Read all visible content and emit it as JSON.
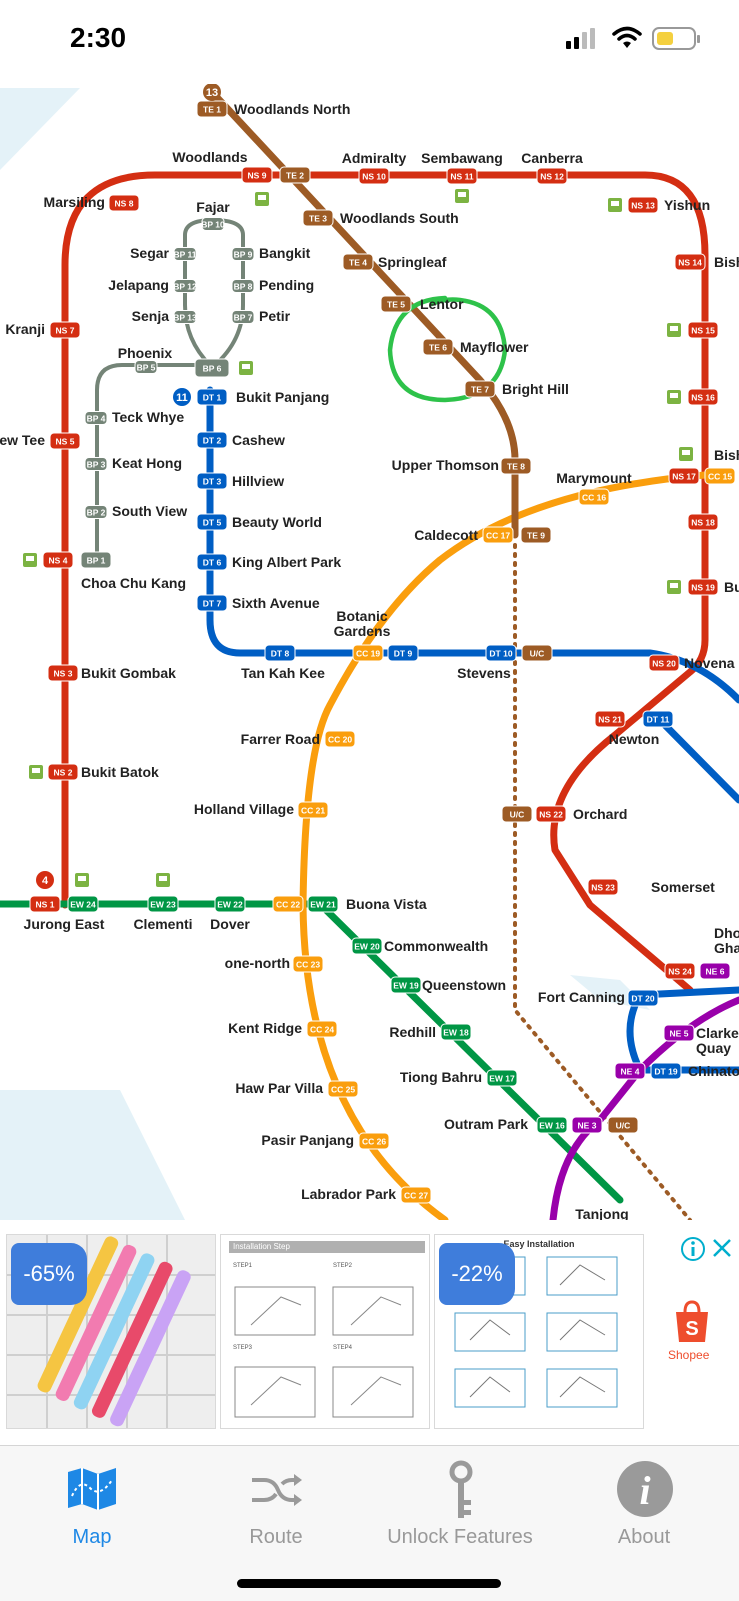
{
  "status_bar": {
    "time": "2:30"
  },
  "map": {
    "stations": {
      "woodlands_north": "Woodlands North",
      "woodlands": "Woodlands",
      "admiralty": "Admiralty",
      "sembawang": "Sembawang",
      "canberra": "Canberra",
      "marsiling": "Marsiling",
      "yishun": "Yishun",
      "woodlands_south": "Woodlands South",
      "springleaf": "Springleaf",
      "lentor": "Lentor",
      "mayflower": "Mayflower",
      "bright_hill": "Bright Hill",
      "kranji": "Kranji",
      "yew_tee": "Yew Tee",
      "upper_thomson": "Upper Thomson",
      "marymount": "Marymount",
      "bishan": "Bishan",
      "caldecott": "Caldecott",
      "choa_chu_kang": "Choa Chu Kang",
      "bukit_panjang": "Bukit Panjang",
      "cashew": "Cashew",
      "hillview": "Hillview",
      "beauty_world": "Beauty World",
      "king_albert_park": "King Albert Park",
      "sixth_avenue": "Sixth Avenue",
      "botanic_gardens": "Botanic Gardens",
      "tan_kah_kee": "Tan Kah Kee",
      "stevens": "Stevens",
      "novena": "Novena",
      "bukit_gombak": "Bukit Gombak",
      "newton": "Newton",
      "farrer_road": "Farrer Road",
      "bukit_batok": "Bukit Batok",
      "holland_village": "Holland Village",
      "orchard": "Orchard",
      "somerset": "Somerset",
      "jurong_east": "Jurong East",
      "clementi": "Clementi",
      "dover": "Dover",
      "buona_vista": "Buona Vista",
      "commonwealth": "Commonwealth",
      "one_north": "one-north",
      "queenstown": "Queenstown",
      "dhoby_ghaut": "Dhoby Ghaut",
      "fort_canning": "Fort Canning",
      "kent_ridge": "Kent Ridge",
      "redhill": "Redhill",
      "clarke_quay": "Clarke Quay",
      "tiong_bahru": "Tiong Bahru",
      "chinatown": "Chinatown",
      "haw_par_villa": "Haw Par Villa",
      "outram_park": "Outram Park",
      "pasir_panjang": "Pasir Panjang",
      "labrador_park": "Labrador Park",
      "tanjong": "Tanjong",
      "fajar": "Fajar",
      "segar": "Segar",
      "bangkit": "Bangkit",
      "jelapang": "Jelapang",
      "pending": "Pending",
      "senja": "Senja",
      "petir": "Petir",
      "phoenix": "Phoenix",
      "teck_whye": "Teck Whye",
      "keat_hong": "Keat Hong",
      "south_view": "South View"
    },
    "codes": {
      "te1": "TE 1",
      "ns9": "NS 9",
      "te2": "TE 2",
      "ns10": "NS 10",
      "ns11": "NS 11",
      "ns12": "NS 12",
      "ns8": "NS 8",
      "ns13": "NS 13",
      "te3": "TE 3",
      "te4": "TE 4",
      "te5": "TE 5",
      "te6": "TE 6",
      "te7": "TE 7",
      "ns7": "NS 7",
      "ns5": "NS 5",
      "ns14": "NS 14",
      "ns15": "NS 15",
      "ns16": "NS 16",
      "ns17": "NS 17",
      "cc15": "CC 15",
      "te8": "TE 8",
      "cc16": "CC 16",
      "cc17": "CC 17",
      "te9": "TE 9",
      "ns18": "NS 18",
      "ns4": "NS 4",
      "bp1": "BP 1",
      "bp6": "BP 6",
      "dt1": "DT 1",
      "dt2": "DT 2",
      "dt3": "DT 3",
      "dt5": "DT 5",
      "dt6": "DT 6",
      "dt7": "DT 7",
      "ns19": "NS 19",
      "dt8": "DT 8",
      "cc19": "CC 19",
      "dt9": "DT 9",
      "dt10": "DT 10",
      "uc": "U/C",
      "ns20": "NS 20",
      "ns3": "NS 3",
      "ns21": "NS 21",
      "dt11": "DT 11",
      "cc20": "CC 20",
      "ns2": "NS 2",
      "cc21": "CC 21",
      "ns22": "NS 22",
      "ns23": "NS 23",
      "ns1": "NS 1",
      "ew24": "EW 24",
      "ew23": "EW 23",
      "ew22": "EW 22",
      "cc22": "CC 22",
      "ew21": "EW 21",
      "ew20": "EW 20",
      "cc23": "CC 23",
      "ew19": "EW 19",
      "ns24": "NS 24",
      "ne6": "NE 6",
      "dt20": "DT 20",
      "cc24": "CC 24",
      "ew18": "EW 18",
      "ne5": "NE 5",
      "ne4": "NE 4",
      "dt19": "DT 19",
      "ew17": "EW 17",
      "cc25": "CC 25",
      "ew16": "EW 16",
      "ne3": "NE 3",
      "cc26": "CC 26",
      "cc27": "CC 27",
      "bp10": "BP 10",
      "bp11": "BP 11",
      "bp9": "BP 9",
      "bp12": "BP 12",
      "bp8": "BP 8",
      "bp13": "BP 13",
      "bp7": "BP 7",
      "bp5": "BP 5",
      "bp4": "BP 4",
      "bp3": "BP 3",
      "bp2": "BP 2"
    },
    "markers": {
      "m13": "13",
      "m11": "11",
      "m4": "4"
    },
    "line_colors": {
      "north_south": "#d42e12",
      "east_west": "#009645",
      "circle": "#fa9e0d",
      "downtown": "#005ec4",
      "thomson_east_coast": "#9d5b25",
      "north_east": "#9900aa",
      "bukit_panjang_lrt": "#748477"
    },
    "highlight_color": "#2ec24a"
  },
  "ad": {
    "discount_1": "-65%",
    "card_2_title": "Installation Step",
    "steps": [
      "STEP1",
      "STEP2",
      "STEP3",
      "STEP4"
    ],
    "card_3_title": "Easy Installation",
    "discount_2": "-22%",
    "shopee_label": "Shopee",
    "info_icon": "info-icon",
    "close_icon": "close-icon"
  },
  "tabbar": {
    "tabs": [
      {
        "label": "Map",
        "icon": "map-icon"
      },
      {
        "label": "Route",
        "icon": "shuffle-icon"
      },
      {
        "label": "Unlock Features",
        "icon": "key-icon"
      },
      {
        "label": "About",
        "icon": "info-icon"
      }
    ]
  }
}
